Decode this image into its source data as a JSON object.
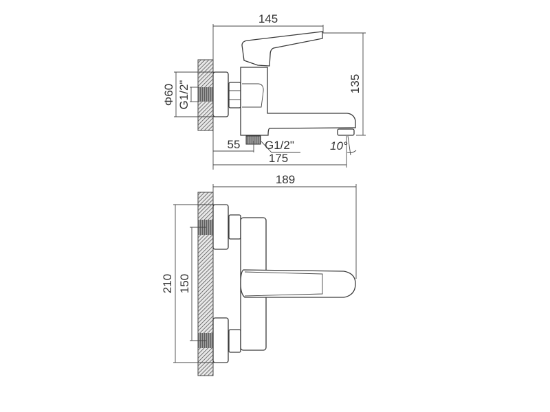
{
  "side_view": {
    "width_handle": "145",
    "height": "135",
    "flange_diameter": "Φ60",
    "wall_thread": "G1/2\"",
    "outlet_offset": "55",
    "outlet_thread": "G1/2\"",
    "total_length": "175",
    "spout_angle": "10°"
  },
  "top_view": {
    "depth": "189",
    "flange_span": "210",
    "inlet_spacing": "150"
  },
  "colors": {
    "line": "#3a3a3a",
    "hatch": "#555555"
  }
}
